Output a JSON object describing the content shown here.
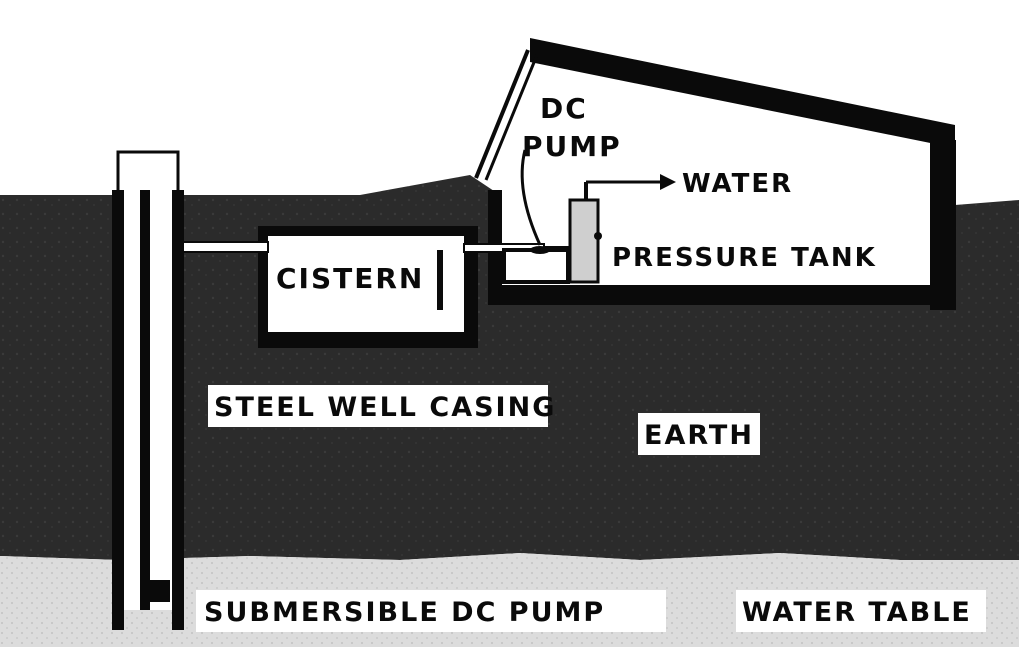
{
  "labels": {
    "dc_pump": [
      "DC",
      "PUMP"
    ],
    "water_out": "WATER",
    "pressure_tank": "PRESSURE TANK",
    "cistern": "CISTERN",
    "steel_well_casing": "STEEL WELL CASING",
    "earth": "EARTH",
    "submersible_pump": "SUBMERSIBLE DC PUMP",
    "water_table": "WATER TABLE"
  },
  "colors": {
    "earth": "#2b2b2b",
    "earth_texture": "#3a3a3a",
    "water_table": "#dcdcdc",
    "outline": "#0a0a0a",
    "fill": "#ffffff",
    "tank": "#cfcfcf"
  }
}
